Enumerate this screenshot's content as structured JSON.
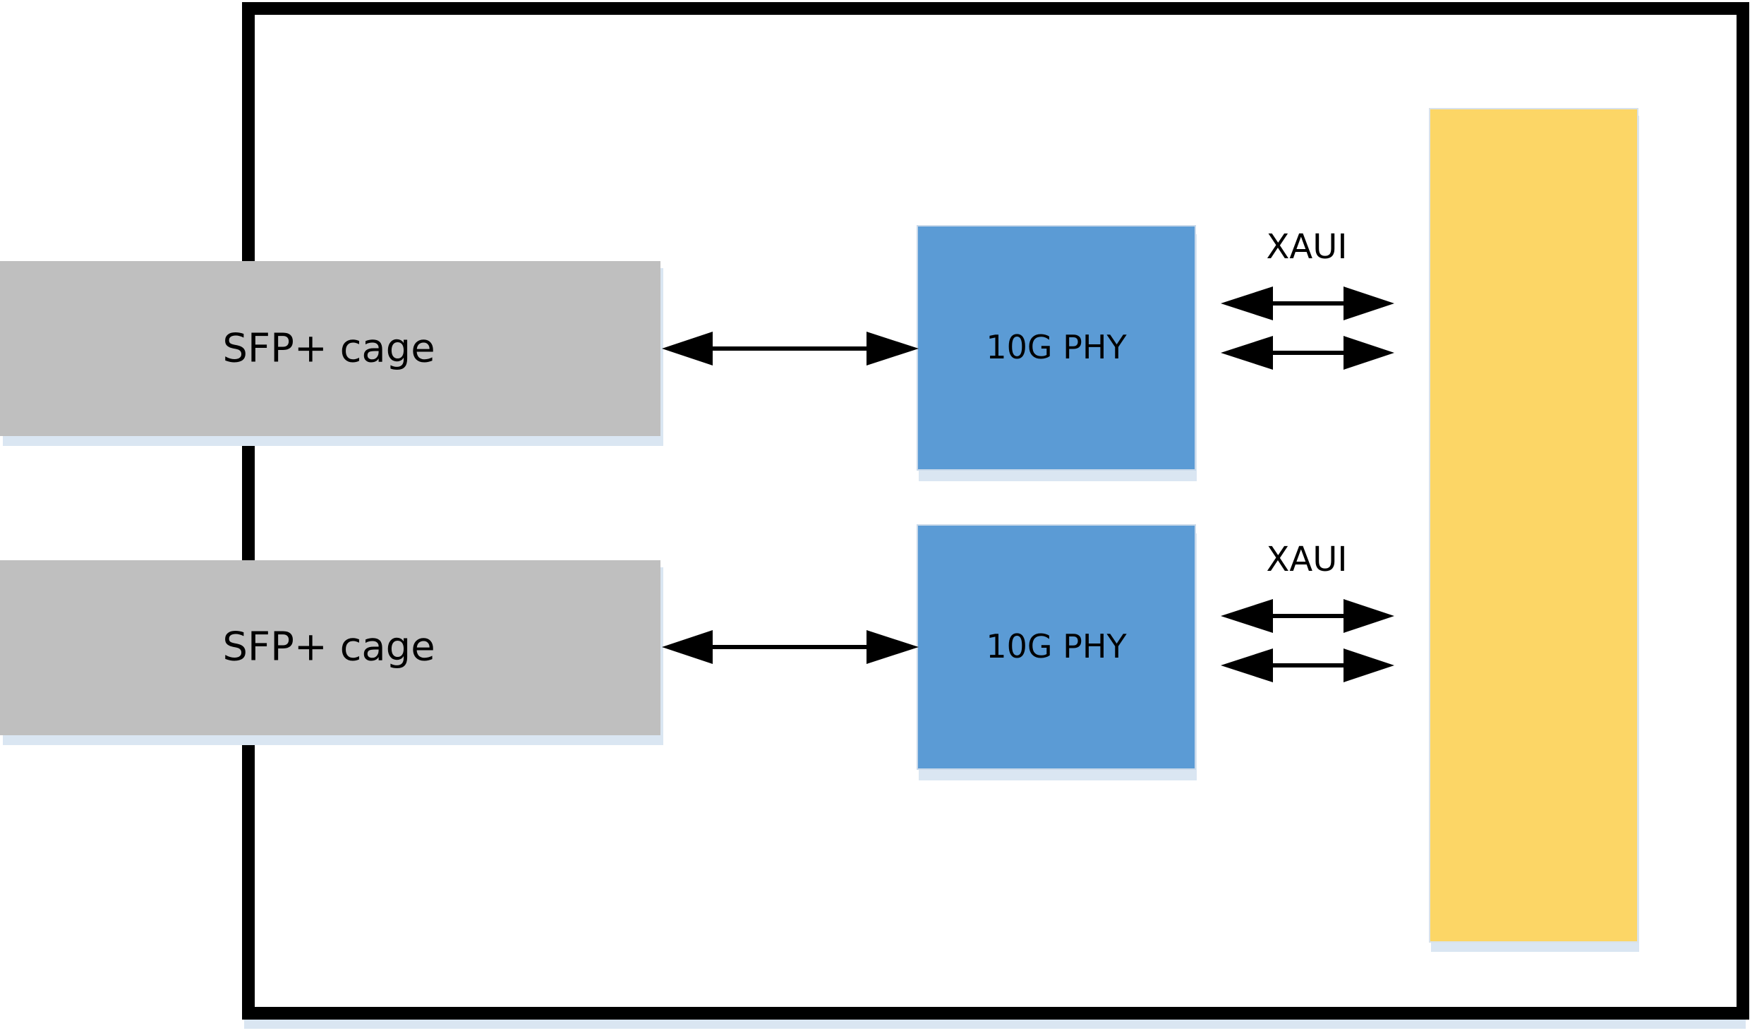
{
  "colors": {
    "board_border": "#000000",
    "sfp_cage_fill": "#bfbfbf",
    "phy_fill": "#5b9bd5",
    "fpga_fill": "#fcd666",
    "shadow": "#dae6f2",
    "arrow": "#000000"
  },
  "channels": [
    {
      "sfp_label": "SFP+ cage",
      "phy_label": "10G PHY",
      "link_label": "XAUI"
    },
    {
      "sfp_label": "SFP+ cage",
      "phy_label": "10G PHY",
      "link_label": "XAUI"
    }
  ]
}
